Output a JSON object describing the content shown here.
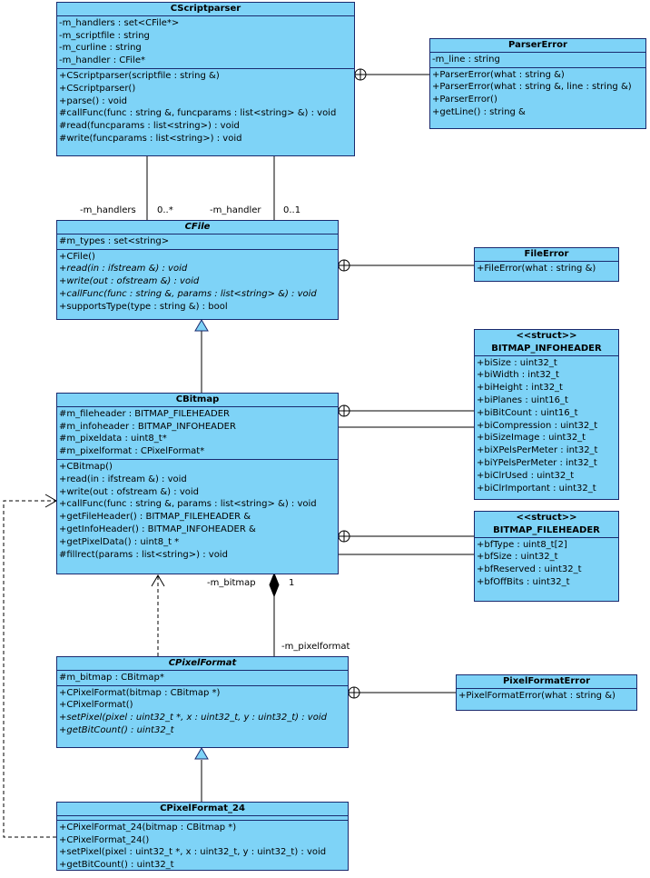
{
  "classes": {
    "cscriptparser": {
      "title": "CScriptparser",
      "attributes": [
        "-m_handlers : set<CFile*>",
        "-m_scriptfile : string",
        "-m_curline : string",
        "-m_handler : CFile*"
      ],
      "operations": [
        "+CScriptparser(scriptfile : string &)",
        "+CScriptparser()",
        "+parse() : void",
        "#callFunc(func : string &, funcparams : list<string> &) : void",
        "#read(funcparams : list<string>) : void",
        "#write(funcparams : list<string>) : void"
      ]
    },
    "parsererror": {
      "title": "ParserError",
      "attributes": [
        "-m_line : string"
      ],
      "operations": [
        "+ParserError(what : string &)",
        "+ParserError(what : string &, line : string &)",
        "+ParserError()",
        "+getLine() : string &"
      ]
    },
    "cfile": {
      "title": "CFile",
      "attributes": [
        "#m_types : set<string>"
      ],
      "operations": [
        "+CFile()",
        "+read(in : ifstream &) : void",
        "+write(out : ofstream &) : void",
        "+callFunc(func : string &, params : list<string> &) : void",
        "+supportsType(type : string &) : bool"
      ]
    },
    "fileerror": {
      "title": "FileError",
      "operations": [
        "+FileError(what : string &)"
      ]
    },
    "infoheader": {
      "stereotype": "<<struct>>",
      "title": "BITMAP_INFOHEADER",
      "attributes": [
        "+biSize : uint32_t",
        "+biWidth : int32_t",
        "+biHeight : int32_t",
        "+biPlanes : uint16_t",
        "+biBitCount : uint16_t",
        "+biCompression : uint32_t",
        "+biSizeImage : uint32_t",
        "+biXPelsPerMeter : int32_t",
        "+biYPelsPerMeter : int32_t",
        "+biClrUsed : uint32_t",
        "+biClrImportant : uint32_t"
      ]
    },
    "cbitmap": {
      "title": "CBitmap",
      "attributes": [
        "#m_fileheader : BITMAP_FILEHEADER",
        "#m_infoheader : BITMAP_INFOHEADER",
        "#m_pixeldata : uint8_t*",
        "#m_pixelformat : CPixelFormat*"
      ],
      "operations": [
        "+CBitmap()",
        "+read(in : ifstream &) : void",
        "+write(out : ofstream &) : void",
        "+callFunc(func : string &, params : list<string> &) : void",
        "+getFileHeader() : BITMAP_FILEHEADER &",
        "+getInfoHeader() : BITMAP_INFOHEADER &",
        "+getPixelData() : uint8_t *",
        "#fillrect(params : list<string>) : void"
      ]
    },
    "fileheader": {
      "stereotype": "<<struct>>",
      "title": "BITMAP_FILEHEADER",
      "attributes": [
        "+bfType : uint8_t[2]",
        "+bfSize : uint32_t",
        "+bfReserved : uint32_t",
        "+bfOffBits : uint32_t"
      ]
    },
    "cpixelformat": {
      "title": "CPixelFormat",
      "attributes": [
        "#m_bitmap : CBitmap*"
      ],
      "operations": [
        "+CPixelFormat(bitmap : CBitmap *)",
        "+CPixelFormat()",
        "+setPixel(pixel : uint32_t *, x : uint32_t, y : uint32_t) : void",
        "+getBitCount() : uint32_t"
      ]
    },
    "pixelformaterror": {
      "title": "PixelFormatError",
      "operations": [
        "+PixelFormatError(what : string &)"
      ]
    },
    "cpixelformat24": {
      "title": "CPixelFormat_24",
      "operations": [
        "+CPixelFormat_24(bitmap : CBitmap *)",
        "+CPixelFormat_24()",
        "+setPixel(pixel : uint32_t *, x : uint32_t, y : uint32_t) : void",
        "+getBitCount() : uint32_t"
      ]
    }
  },
  "labels": {
    "m_handlers": "-m_handlers",
    "mult_many": "0..*",
    "m_handler": "-m_handler",
    "mult_opt": "0..1",
    "m_bitmap": "-m_bitmap",
    "mult_one": "1",
    "m_pixelformat": "-m_pixelformat"
  },
  "colors": {
    "class_fill": "#7ed3f7",
    "class_border": "#1a2a6e",
    "line": "#000000",
    "generalization_fill": "#7ed3f7"
  }
}
